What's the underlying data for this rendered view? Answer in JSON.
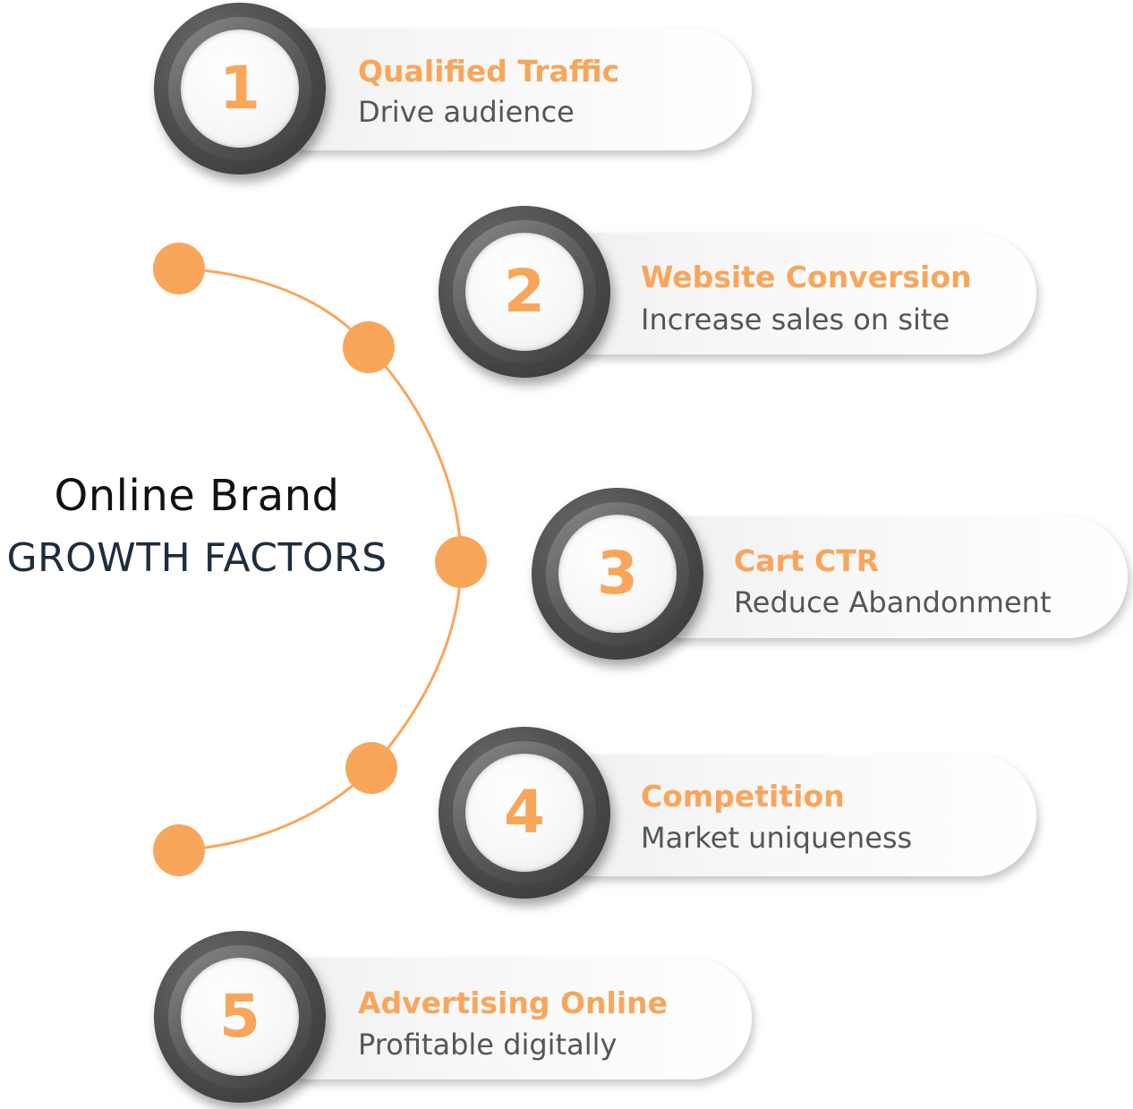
{
  "title": {
    "line1": "Online Brand",
    "line2": "GROWTH FACTORS"
  },
  "colors": {
    "accent": "#f9a55a",
    "badge_dark": "#4a4a4a",
    "subtitle_text": "#555555",
    "title_text": "#1e2d3d"
  },
  "factors": [
    {
      "number": "1",
      "title": "Qualified Traffic",
      "subtitle": "Drive audience"
    },
    {
      "number": "2",
      "title": "Website Conversion",
      "subtitle": "Increase sales on site"
    },
    {
      "number": "3",
      "title": "Cart CTR",
      "subtitle": "Reduce Abandonment"
    },
    {
      "number": "4",
      "title": "Competition",
      "subtitle": "Market uniqueness"
    },
    {
      "number": "5",
      "title": "Advertising Online",
      "subtitle": "Profitable digitally"
    }
  ]
}
